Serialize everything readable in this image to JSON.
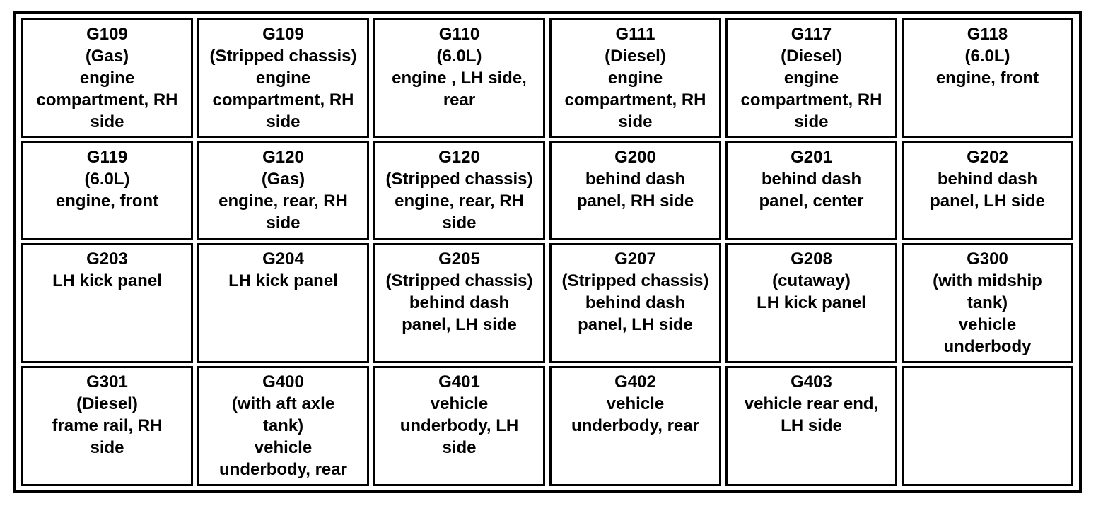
{
  "rows": [
    [
      {
        "lines": [
          "G109",
          "(Gas)",
          "engine",
          "compartment, RH",
          "side"
        ]
      },
      {
        "lines": [
          "G109",
          "(Stripped chassis)",
          "engine",
          "compartment, RH",
          "side"
        ]
      },
      {
        "lines": [
          "G110",
          "(6.0L)",
          "engine , LH side,",
          "rear"
        ]
      },
      {
        "lines": [
          "G111",
          "(Diesel)",
          "engine",
          "compartment, RH",
          "side"
        ]
      },
      {
        "lines": [
          "G117",
          "(Diesel)",
          "engine",
          "compartment, RH",
          "side"
        ]
      },
      {
        "lines": [
          "G118",
          "(6.0L)",
          "engine, front"
        ]
      }
    ],
    [
      {
        "lines": [
          "G119",
          "(6.0L)",
          "engine, front"
        ]
      },
      {
        "lines": [
          "G120",
          "(Gas)",
          "engine, rear, RH",
          "side"
        ]
      },
      {
        "lines": [
          "G120",
          "(Stripped chassis)",
          "engine, rear, RH",
          "side"
        ]
      },
      {
        "lines": [
          "G200",
          "behind dash",
          "panel, RH side"
        ]
      },
      {
        "lines": [
          "G201",
          "behind dash",
          "panel, center"
        ]
      },
      {
        "lines": [
          "G202",
          "behind dash",
          "panel, LH side"
        ]
      }
    ],
    [
      {
        "lines": [
          "G203",
          "LH kick panel"
        ]
      },
      {
        "lines": [
          "G204",
          "LH kick panel"
        ]
      },
      {
        "lines": [
          "G205",
          "(Stripped chassis)",
          "behind dash",
          "panel, LH side"
        ]
      },
      {
        "lines": [
          "G207",
          "(Stripped chassis)",
          "behind dash",
          "panel, LH side"
        ]
      },
      {
        "lines": [
          "G208",
          "(cutaway)",
          "LH kick panel"
        ]
      },
      {
        "lines": [
          "G300",
          "(with midship",
          "tank)",
          "vehicle",
          "underbody"
        ]
      }
    ],
    [
      {
        "lines": [
          "G301",
          "(Diesel)",
          "frame rail, RH",
          "side"
        ]
      },
      {
        "lines": [
          "G400",
          "(with aft axle",
          "tank)",
          "vehicle",
          "underbody, rear"
        ]
      },
      {
        "lines": [
          "G401",
          "vehicle",
          "underbody, LH",
          "side"
        ]
      },
      {
        "lines": [
          "G402",
          "vehicle",
          "underbody, rear"
        ]
      },
      {
        "lines": [
          "G403",
          "vehicle rear end,",
          "LH side"
        ]
      },
      {
        "lines": []
      }
    ]
  ]
}
